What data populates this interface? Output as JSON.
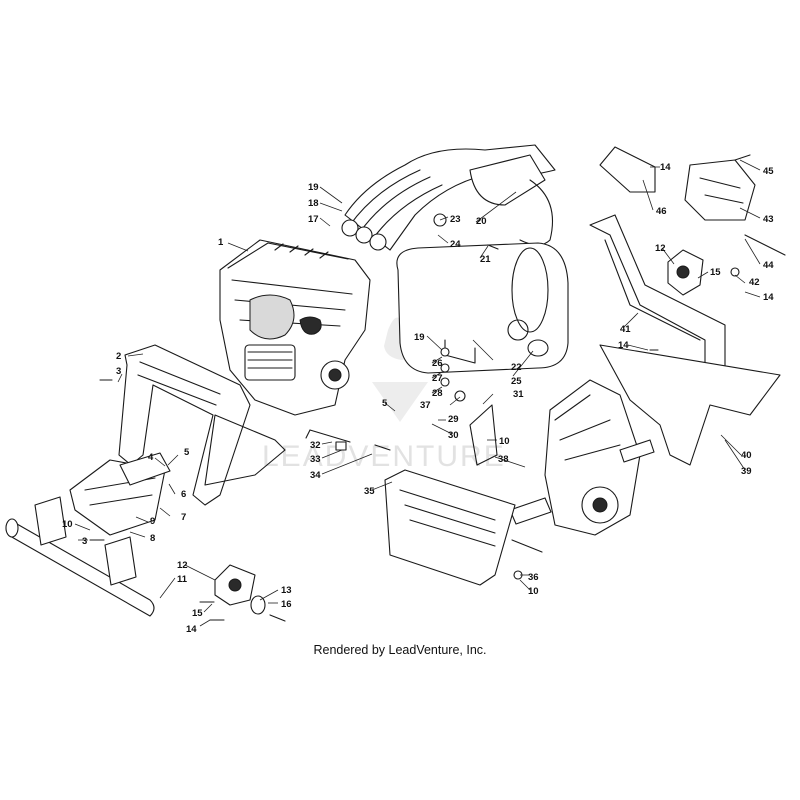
{
  "watermark": "LEADVENTURE",
  "footer": "Rendered by LeadVenture, Inc.",
  "callouts": [
    "1",
    "2",
    "3",
    "4",
    "5",
    "6",
    "7",
    "8",
    "9",
    "10",
    "11",
    "12",
    "13",
    "14",
    "15",
    "16",
    "17",
    "18",
    "19",
    "20",
    "21",
    "22",
    "23",
    "24",
    "25",
    "26",
    "27",
    "28",
    "29",
    "30",
    "31",
    "32",
    "33",
    "34",
    "35",
    "36",
    "37",
    "38",
    "39",
    "40",
    "41",
    "42",
    "43",
    "44",
    "45",
    "46"
  ]
}
